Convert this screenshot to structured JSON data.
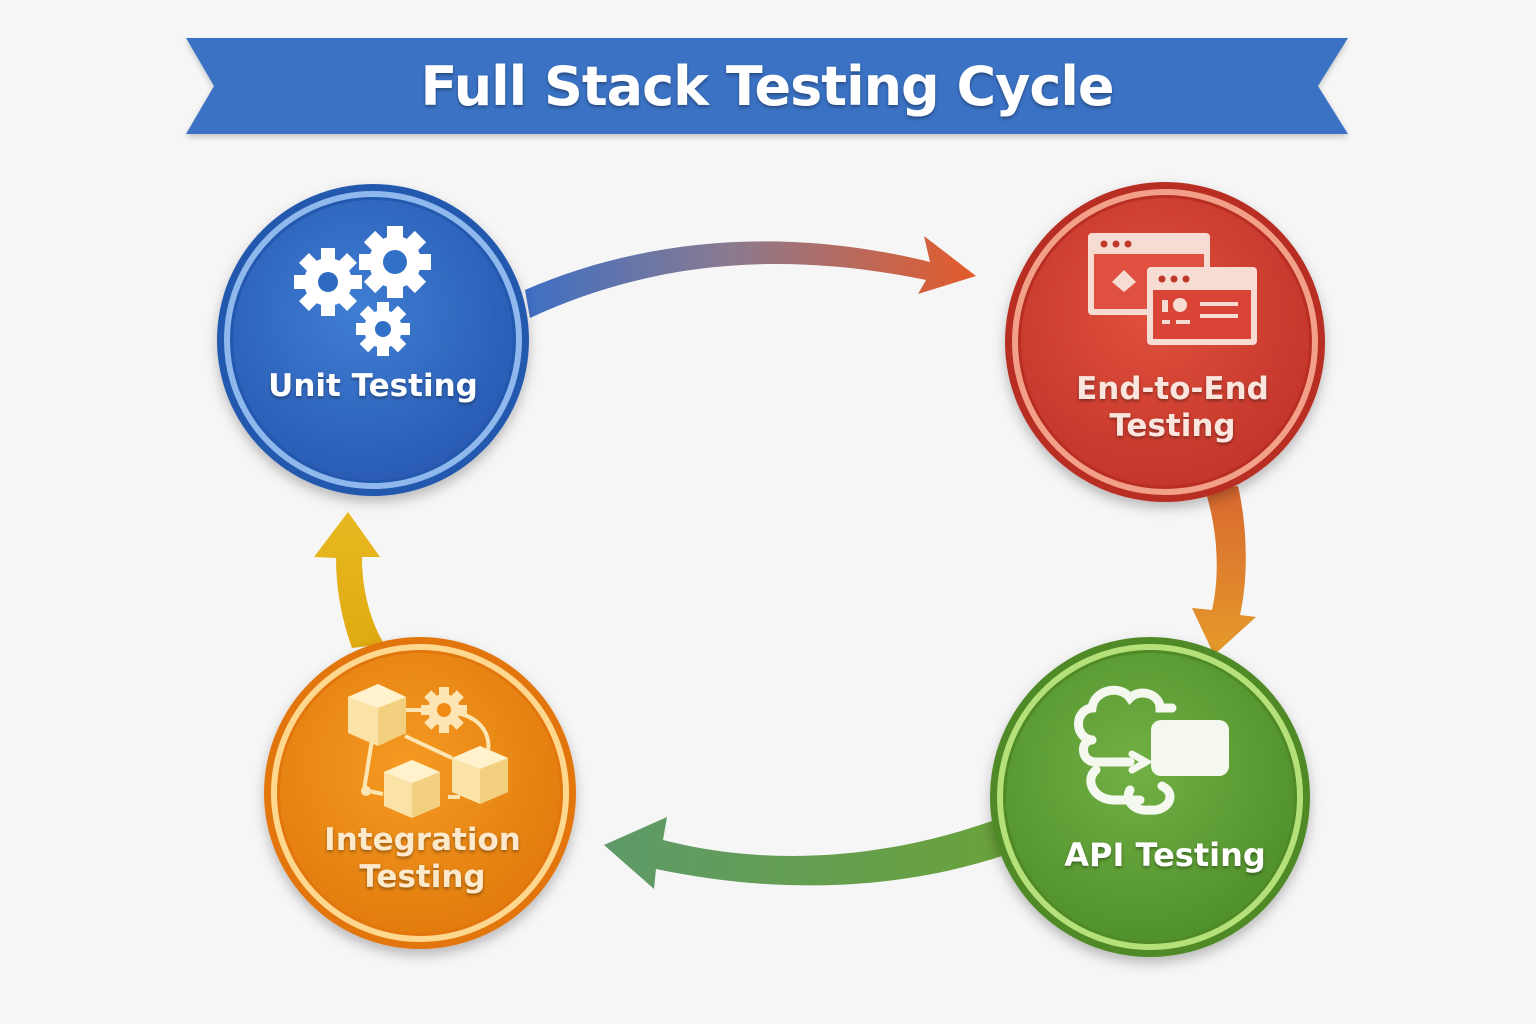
{
  "title": "Full Stack Testing Cycle",
  "colors": {
    "banner": "#3a72c4",
    "unit": "#2f66c0",
    "e2e": "#d23e2e",
    "api": "#5c9e32",
    "integration": "#f08a12"
  },
  "nodes": [
    {
      "id": "unit",
      "label_lines": [
        "Unit Testing"
      ],
      "icon": "gears-icon"
    },
    {
      "id": "e2e",
      "label_lines": [
        "End-to-End",
        "Testing"
      ],
      "icon": "browser-windows-icon"
    },
    {
      "id": "api",
      "label_lines": [
        "API Testing"
      ],
      "icon": "cloud-api-exchange-icon"
    },
    {
      "id": "integration",
      "label_lines": [
        "Integration",
        "Testing"
      ],
      "icon": "connected-cubes-icon"
    }
  ],
  "flow": [
    {
      "from": "Unit Testing",
      "to": "End-to-End Testing"
    },
    {
      "from": "End-to-End Testing",
      "to": "API Testing"
    },
    {
      "from": "API Testing",
      "to": "Integration Testing"
    },
    {
      "from": "Integration Testing",
      "to": "Unit Testing"
    }
  ]
}
